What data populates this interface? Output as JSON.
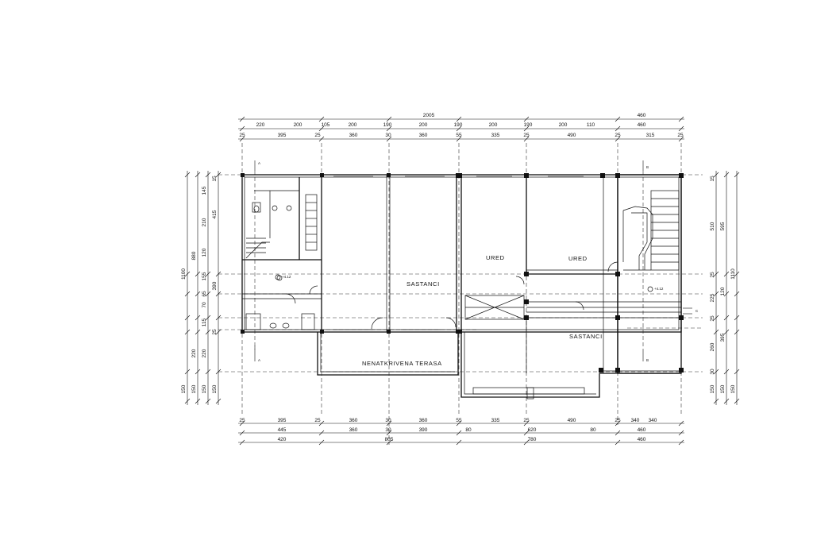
{
  "rooms": {
    "sastanci_1": "SASTANCI",
    "ured_1": "URED",
    "ured_2": "URED",
    "sastanci_2": "SASTANCI",
    "terasa": "NENATKRIVENA TERASA"
  },
  "section_marks": {
    "a": "A",
    "b": "B",
    "c": "C"
  },
  "levels": {
    "l1": "+4.12",
    "l2": "+4.12"
  },
  "dims_top": {
    "row1": [
      "2005",
      "460"
    ],
    "row2": [
      "220",
      "200",
      "105",
      "200",
      "190",
      "200",
      "190",
      "200",
      "190",
      "200",
      "110",
      "460"
    ],
    "row3": [
      "25",
      "395",
      "25",
      "360",
      "30",
      "360",
      "55",
      "335",
      "25",
      "490",
      "25",
      "315",
      "25"
    ]
  },
  "dims_bottom": {
    "row1": [
      "25",
      "395",
      "25",
      "360",
      "30",
      "360",
      "55",
      "335",
      "25",
      "490",
      "25",
      "340",
      "340"
    ],
    "row2": [
      "445",
      "360",
      "30",
      "390",
      "80",
      "620",
      "80",
      "460"
    ],
    "row3": [
      "420",
      "805",
      "780",
      "460"
    ]
  },
  "dims_left": {
    "col1": [
      "1100",
      "150"
    ],
    "col2": [
      "880",
      "220",
      "150"
    ],
    "col3": [
      "145",
      "210",
      "120",
      "155",
      "65",
      "70",
      "115",
      "220",
      "150"
    ],
    "col4": [
      "15",
      "415",
      "390",
      "25",
      "150"
    ]
  },
  "dims_right": {
    "col1": [
      "15",
      "510",
      "25",
      "225",
      "25",
      "260",
      "30",
      "150"
    ],
    "col2": [
      "595",
      "120",
      "395",
      "150"
    ],
    "col3": [
      "1110",
      "150"
    ]
  }
}
